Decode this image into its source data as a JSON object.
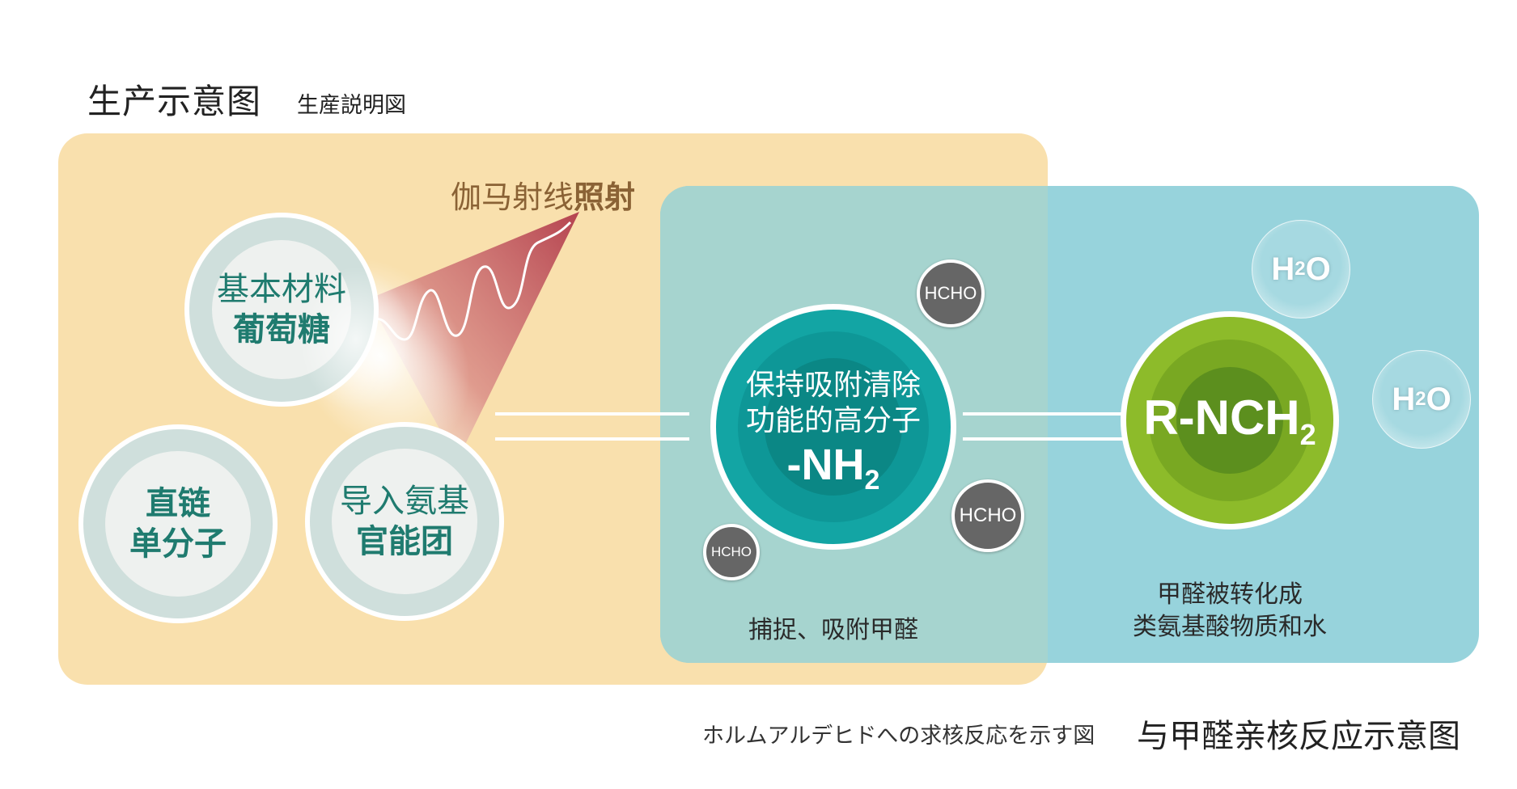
{
  "header": {
    "title_cn": "生产示意图",
    "title_jp": "生産説明図"
  },
  "gamma": {
    "label_normal": "伽马射线",
    "label_bold": "照射"
  },
  "circles": {
    "base_material": {
      "line1": "基本材料",
      "line2": "葡萄糖"
    },
    "chain": {
      "line1": "直链",
      "line2": "单分子"
    },
    "amino": {
      "line1": "导入氨基",
      "line2": "官能团"
    },
    "polymer": {
      "line1": "保持吸附清除",
      "line2": "功能的高分子",
      "formula": "-NH",
      "subscript": "2"
    },
    "product": {
      "formula": "R-NCH",
      "subscript": "2"
    }
  },
  "hcho_label": "HCHO",
  "h2o": {
    "h": "H",
    "sub": "2",
    "o": "O"
  },
  "captions": {
    "capture": "捕捉、吸附甲醛",
    "convert_line1": "甲醛被转化成",
    "convert_line2": "类氨基酸物质和水"
  },
  "footer": {
    "jp": "ホルムアルデヒドへの求核反応を示す図",
    "cn": "与甲醛亲核反应示意图"
  },
  "colors": {
    "orange_panel": "#f9e0ad",
    "teal_panel": "#8fd0d9",
    "teal_circle": "#13a5a4",
    "green_circle": "#8dbb2a",
    "text_green": "#1f7b6f",
    "gamma_red": "#b5434f",
    "hcho_gray": "#666666"
  }
}
